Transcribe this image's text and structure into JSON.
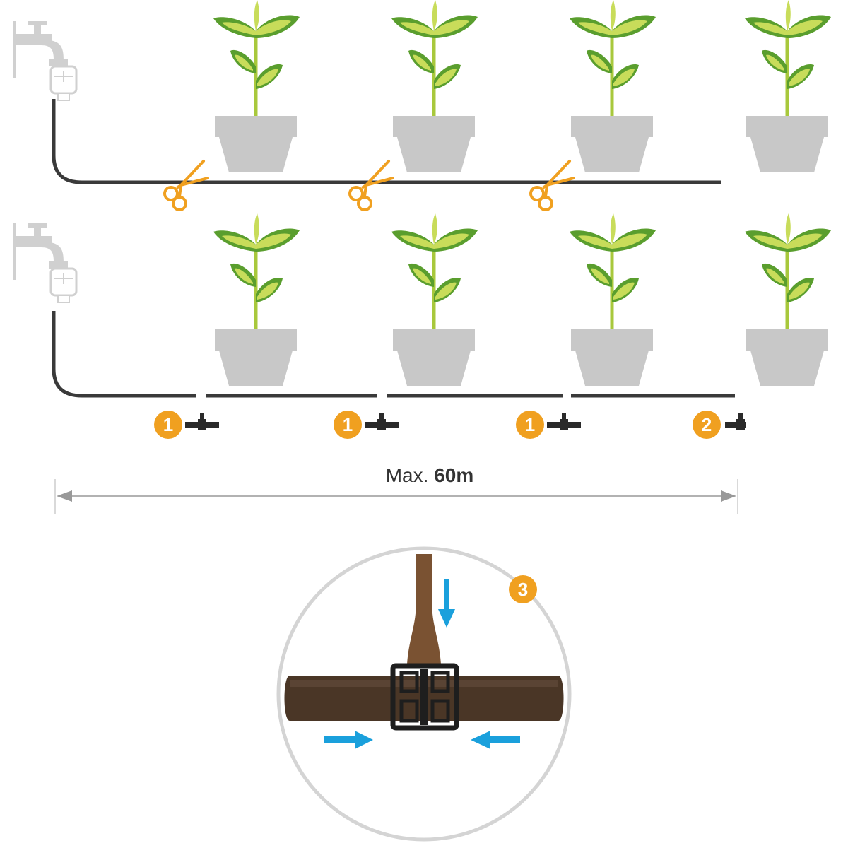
{
  "colors": {
    "hose": "#3a3a3a",
    "pot": "#c8c8c8",
    "leaf_dark": "#5a9e2e",
    "leaf_light": "#c8dc5a",
    "stem": "#a8c83c",
    "tap": "#d0d0d0",
    "scissors": "#f0a020",
    "badge": "#f0a020",
    "dimension": "#999999",
    "arrow_blue": "#1aa0dc",
    "pipe_brown": "#4a3626",
    "dripper_brown": "#7a5232",
    "circle_outline": "#d4d4d4"
  },
  "icons": {
    "tap": "tap-icon",
    "scissors": "scissors-icon",
    "connector": "t-connector-icon",
    "end_plug": "end-plug-icon",
    "flow_arrow": "flow-arrow-icon"
  },
  "steps": {
    "cut_markers": 3,
    "connector_badges": [
      "1",
      "1",
      "1",
      "2"
    ],
    "detail_badge": "3"
  },
  "measurement": {
    "prefix": "Max.",
    "value": "60m"
  }
}
